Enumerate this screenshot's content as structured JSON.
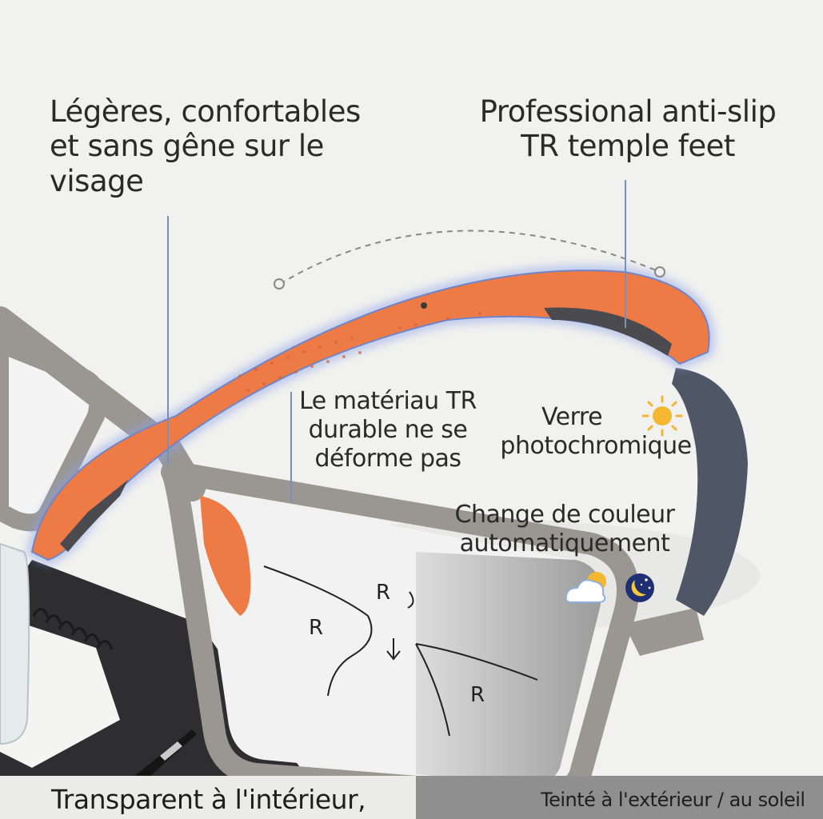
{
  "labels": {
    "comfort": [
      "Légères, confortables",
      "et sans gêne sur le",
      "visage"
    ],
    "antislip": [
      "Professional anti-slip",
      "TR temple feet"
    ],
    "tr_material": [
      "Le matériau TR",
      "durable ne se",
      "déforme pas"
    ],
    "photochromic": [
      "Verre",
      "photochromique"
    ],
    "color_change": [
      "Change de couleur",
      "automatiquement"
    ]
  },
  "lens_marks": {
    "r1": "R",
    "r2": "R",
    "r3": "R"
  },
  "bottom": {
    "left_text": "Transparent à l'intérieur,",
    "right_text": "Teinté à l'extérieur / au soleil"
  },
  "icons": {
    "sun": "sun-icon",
    "cloud": "cloud-sun-icon",
    "moon": "moon-stars-icon"
  },
  "colors": {
    "frame": "#9a9792",
    "temple_orange": "#ee7a45",
    "temple_tip": "#4f5766",
    "leader_line": "#7b90b8",
    "tint": "#a9a9a9"
  }
}
